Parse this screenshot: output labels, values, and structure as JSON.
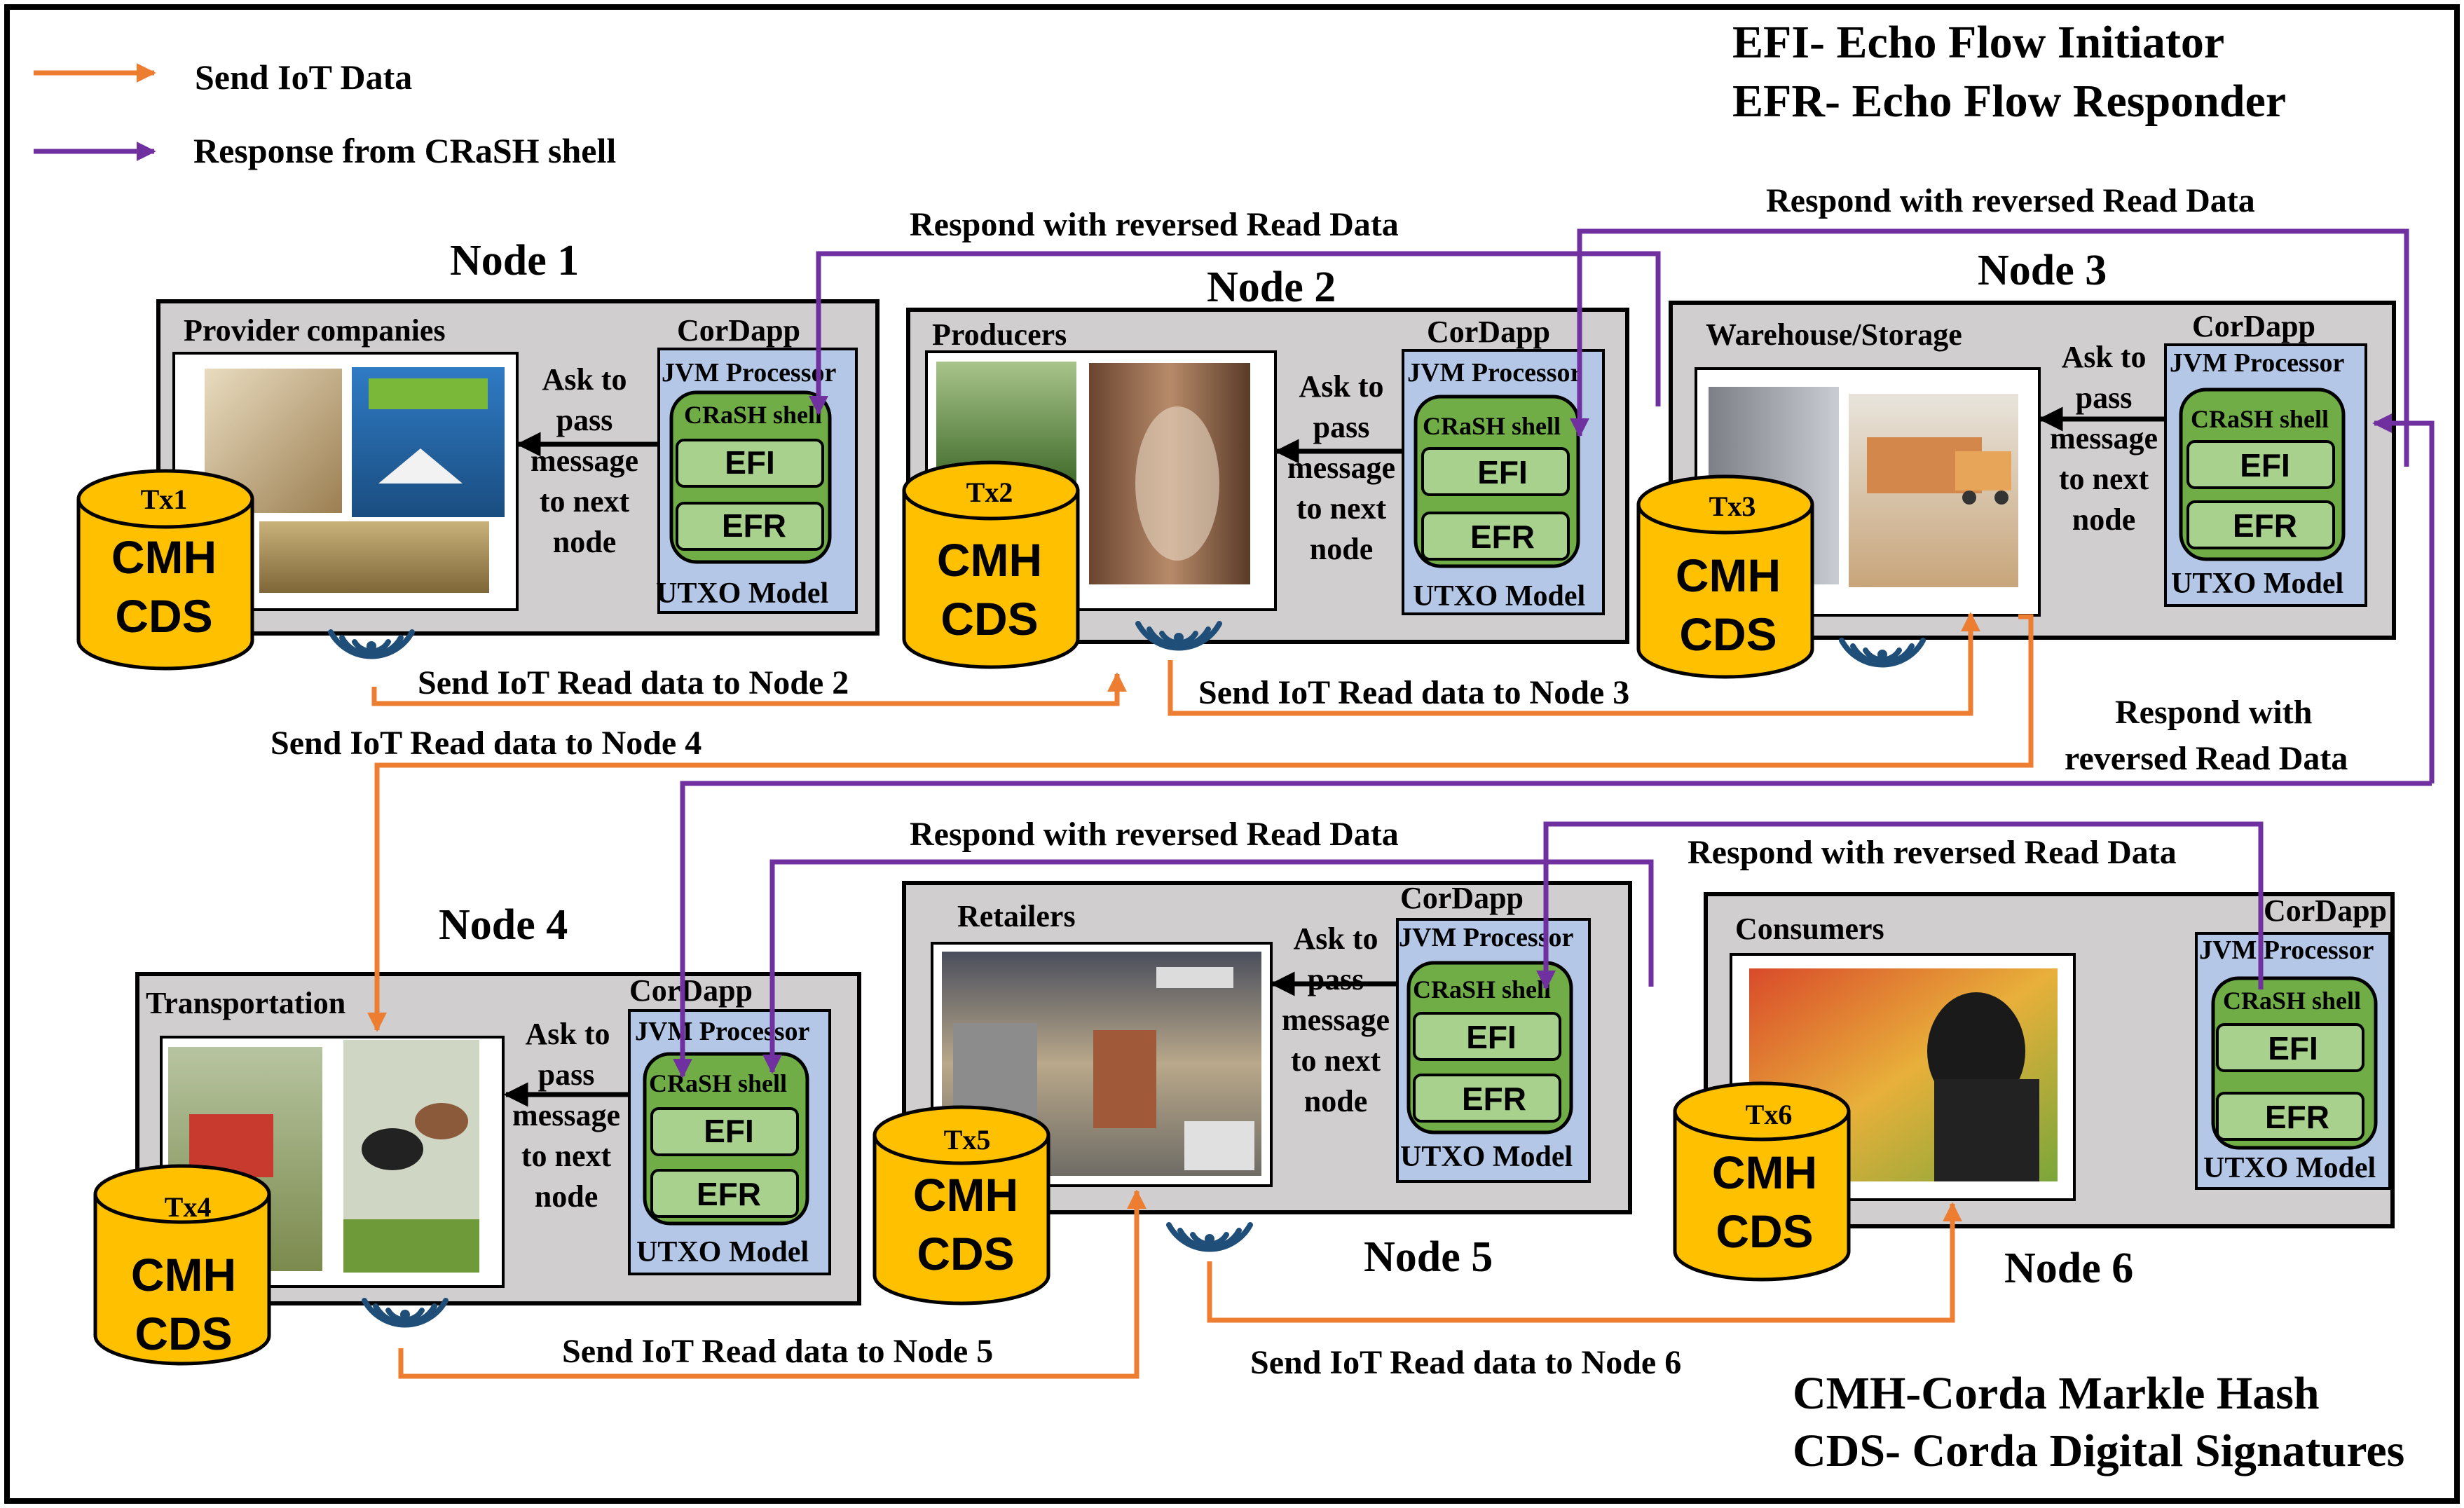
{
  "legend": {
    "send_iot": "Send IoT Data",
    "response_crash": "Response from CRaSH shell"
  },
  "abbreviations": {
    "efi": "EFI- Echo Flow Initiator",
    "efr": "EFR- Echo Flow Responder",
    "cmh": "CMH-Corda Markle Hash",
    "cds": "CDS- Corda Digital Signatures"
  },
  "nodes": [
    {
      "title": "Node 1",
      "role": "Provider companies",
      "tx": "Tx1"
    },
    {
      "title": "Node 2",
      "role": "Producers",
      "tx": "Tx2"
    },
    {
      "title": "Node 3",
      "role": "Warehouse/Storage",
      "tx": "Tx3"
    },
    {
      "title": "Node 4",
      "role": "Transportation",
      "tx": "Tx4"
    },
    {
      "title": "Node 5",
      "role": "Retailers",
      "tx": "Tx5"
    },
    {
      "title": "Node 6",
      "role": "Consumers",
      "tx": "Tx6"
    }
  ],
  "cordapp": {
    "title": "CorDapp",
    "jvm": "JVM Processor",
    "crash": "CRaSH shell",
    "efi": "EFI",
    "efr": "EFR",
    "utxo": "UTXO Model"
  },
  "db": {
    "line1": "CMH",
    "line2": "CDS"
  },
  "ask_text": [
    "Ask to",
    "pass",
    "message",
    "to next",
    "node"
  ],
  "flows": {
    "send_n2": "Send IoT Read data to Node 2",
    "send_n3": "Send IoT Read data  to Node 3",
    "send_n4": "Send IoT Read data  to Node 4",
    "send_n5": "Send IoT Read data  to Node 5",
    "send_n6": "Send IoT Read data  to Node 6",
    "resp_1": "Respond with reversed Read Data",
    "resp_2": "Respond with reversed  Read Data",
    "resp_3a": "Respond with",
    "resp_3b": "reversed Read Data",
    "resp_4": "Respond with reversed Read Data",
    "resp_5": "Respond with reversed Read Data"
  },
  "colors": {
    "orange": "#ED7D31",
    "purple": "#7030A0",
    "node_bg": "#D0CECE",
    "cordapp_bg": "#B4C7E7",
    "green": "#70AD47",
    "green_light": "#A9D18E",
    "db_gold": "#FFC000"
  },
  "icons": [
    "wifi-icon",
    "photo-icon"
  ]
}
